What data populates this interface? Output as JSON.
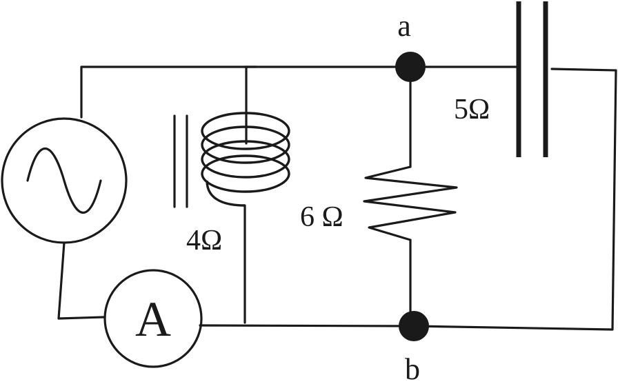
{
  "labels": {
    "node_a": "a",
    "node_b": "b",
    "capacitor": "5Ω",
    "resistor": "6 Ω",
    "inductor": "4Ω",
    "ammeter": "A"
  },
  "components": {
    "source": "ac-source-icon",
    "inductor": "inductor-coil-icon",
    "resistor": "resistor-zigzag-icon",
    "capacitor": "capacitor-icon",
    "ammeter": "ammeter-icon"
  }
}
